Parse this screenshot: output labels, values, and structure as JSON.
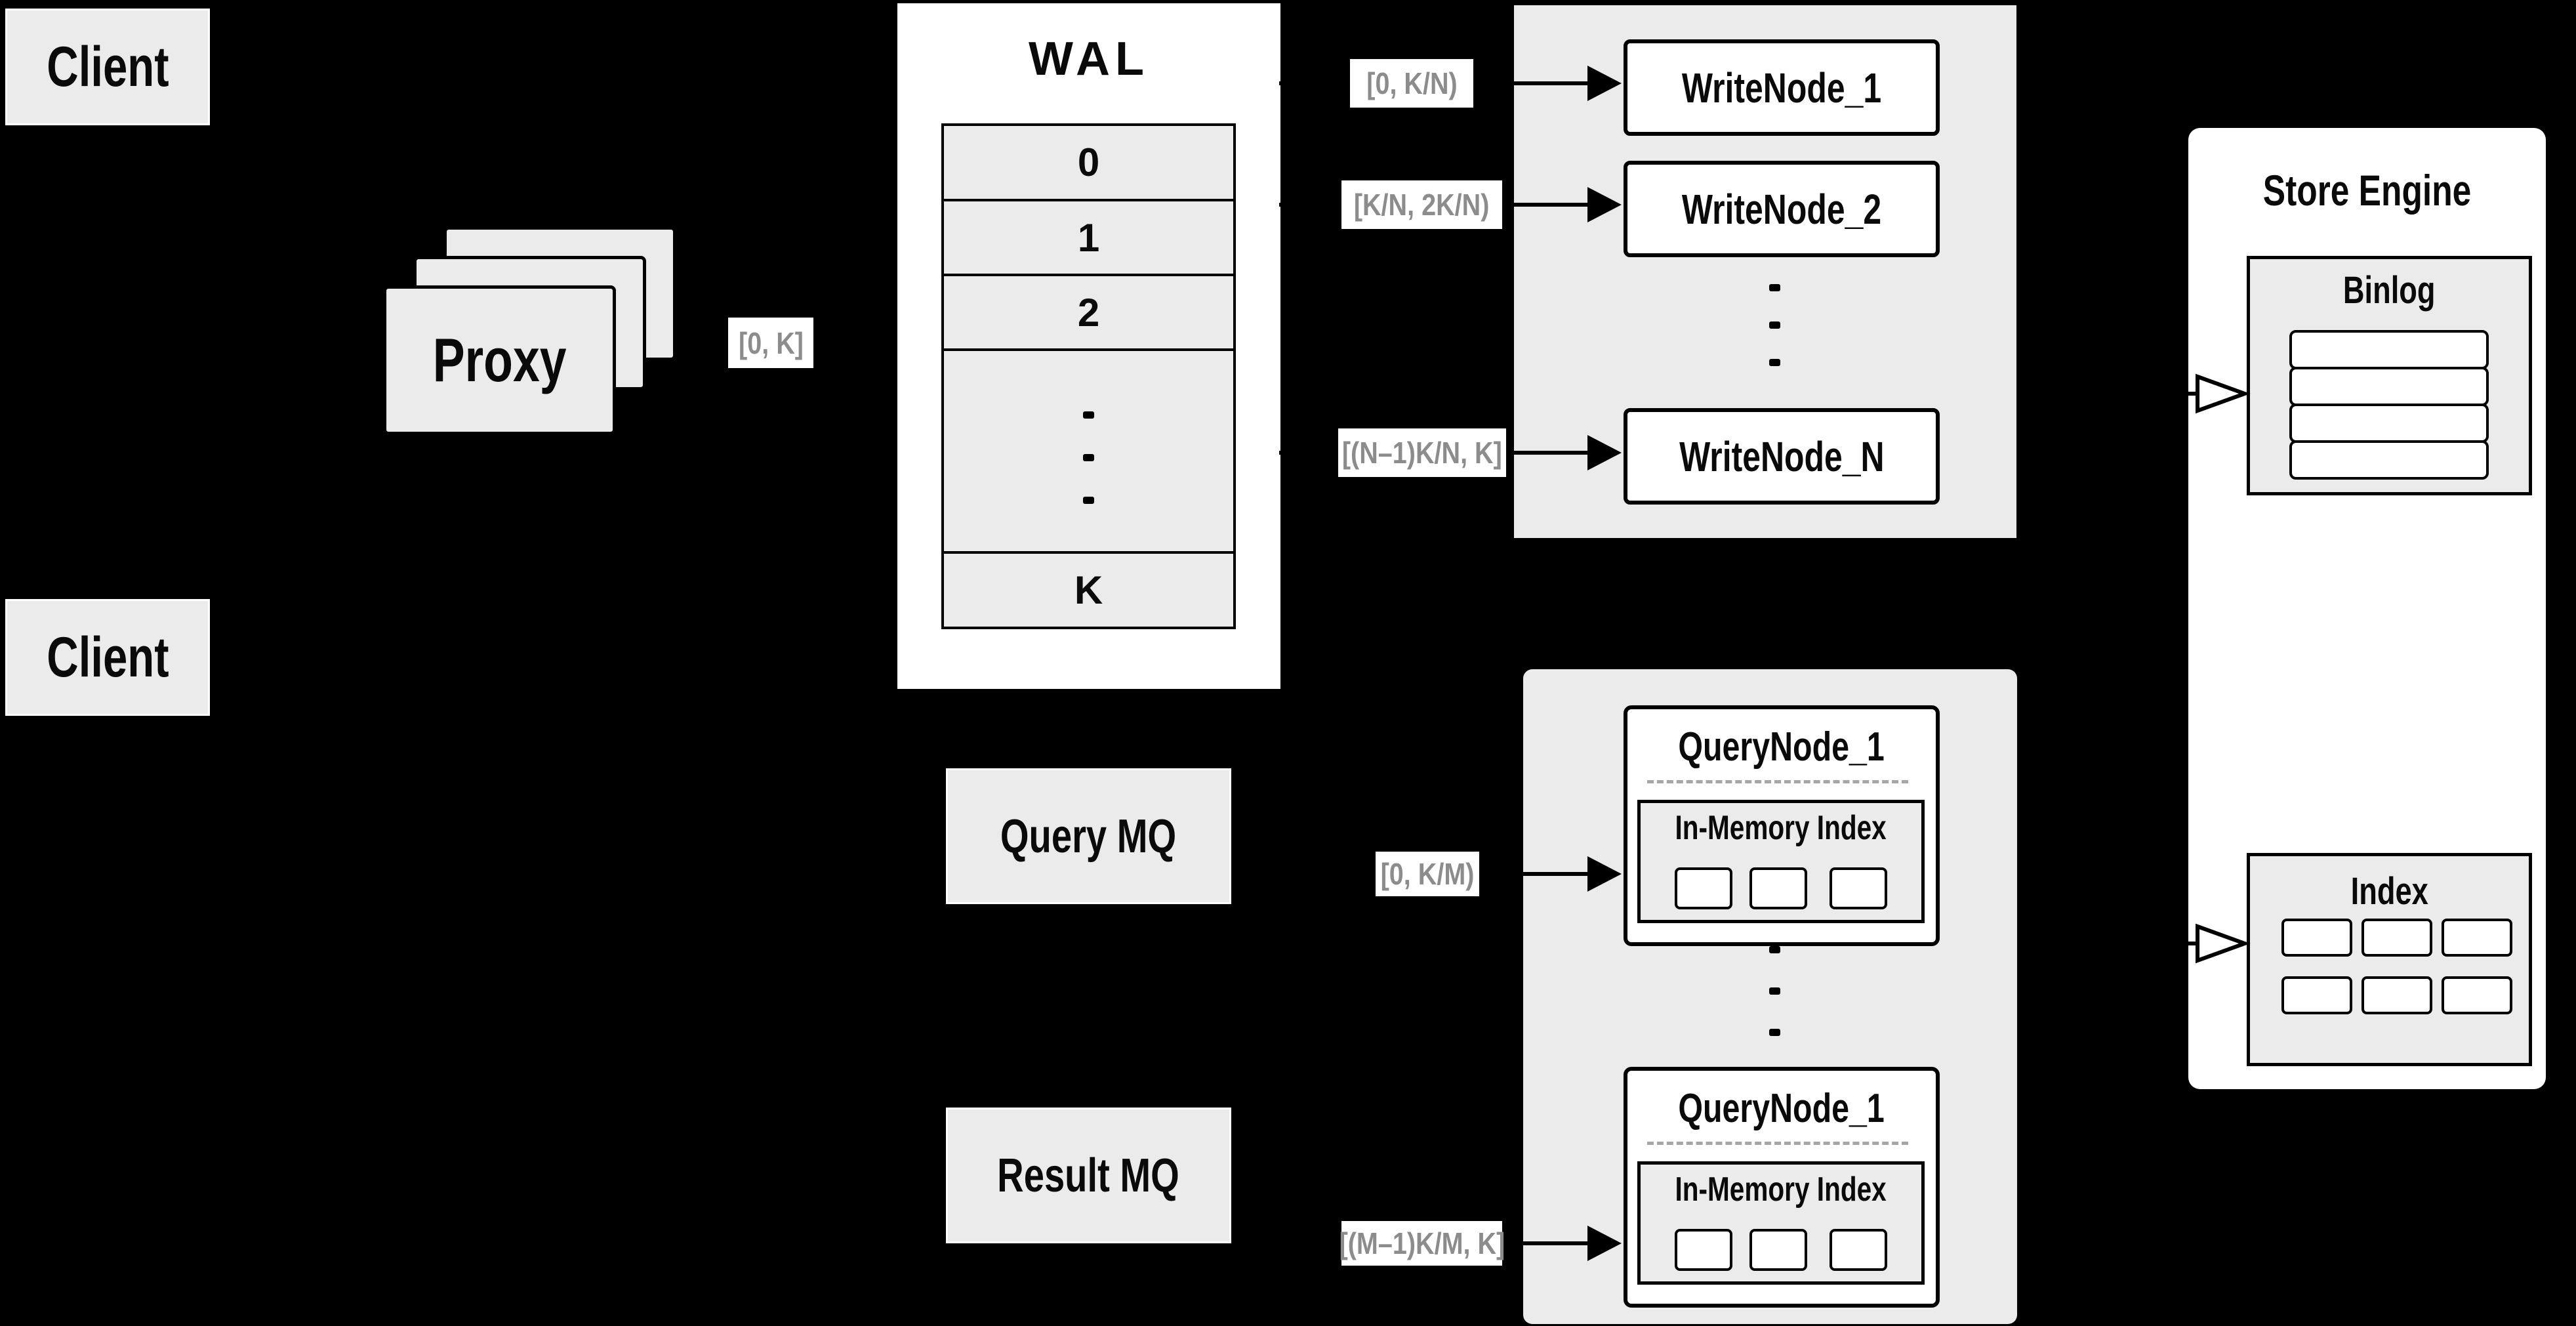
{
  "diagram": {
    "clients": {
      "top_label": "Client",
      "bottom_label": "Client"
    },
    "proxy": {
      "label": "Proxy",
      "range_label": "[0, K]"
    },
    "wal": {
      "title": "WAL",
      "segments": [
        "0",
        "1",
        "2",
        "K"
      ]
    },
    "write_nodes": {
      "nodes": [
        {
          "label": "WriteNode_1",
          "range": "[0, K/N)"
        },
        {
          "label": "WriteNode_2",
          "range": "[K/N, 2K/N)"
        },
        {
          "label": "WriteNode_N",
          "range": "[(N–1)K/N, K]"
        }
      ]
    },
    "query_nodes": {
      "nodes": [
        {
          "label": "QueryNode_1",
          "memory_title": "In-Memory Index",
          "range": "[0, K/M)"
        },
        {
          "label": "QueryNode_1",
          "memory_title": "In-Memory Index",
          "range": "[(M–1)K/M, K]"
        }
      ]
    },
    "mq": {
      "query_label": "Query MQ",
      "result_label": "Result MQ"
    },
    "store_engine": {
      "title": "Store Engine",
      "binlog_title": "Binlog",
      "index_title": "Index"
    },
    "colors": {
      "background": "#000000",
      "panel_gray": "#ebebeb",
      "box_white": "#ffffff",
      "line_black": "#000000",
      "range_text_gray": "#8c8c8c"
    }
  }
}
